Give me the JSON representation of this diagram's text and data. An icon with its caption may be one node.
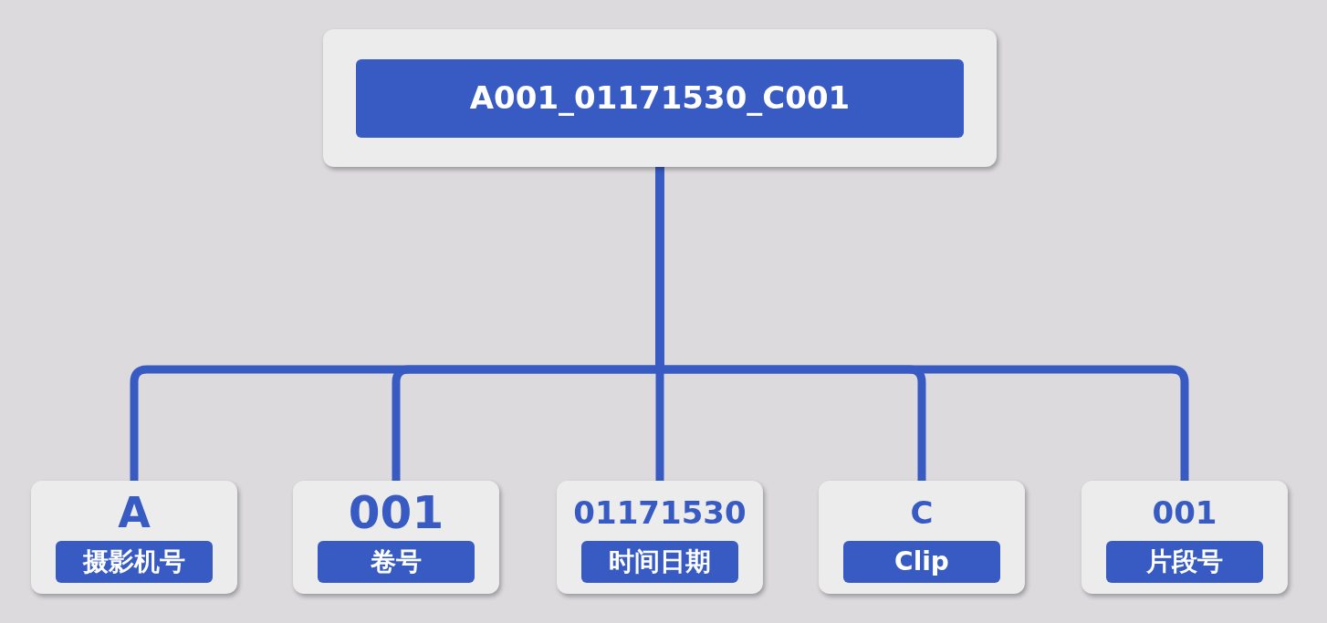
{
  "diagram": {
    "nodes": [
      {
        "text": [
          "A001_01171530_C001"
        ]
      },
      {
        "text": [
          "A",
          "摄影机号"
        ]
      },
      {
        "text": [
          "001",
          "卷号"
        ]
      },
      {
        "text": [
          "01171530",
          "时间日期"
        ]
      },
      {
        "text": [
          "C",
          "Clip"
        ]
      },
      {
        "text": [
          "001",
          "片段号"
        ]
      }
    ],
    "edges": [
      {
        "from": 0,
        "to": 1,
        "arrow": "none"
      },
      {
        "from": 0,
        "to": 2,
        "arrow": "none"
      },
      {
        "from": 0,
        "to": 3,
        "arrow": "none"
      },
      {
        "from": 0,
        "to": 4,
        "arrow": "none"
      },
      {
        "from": 0,
        "to": 5,
        "arrow": "none"
      }
    ]
  }
}
